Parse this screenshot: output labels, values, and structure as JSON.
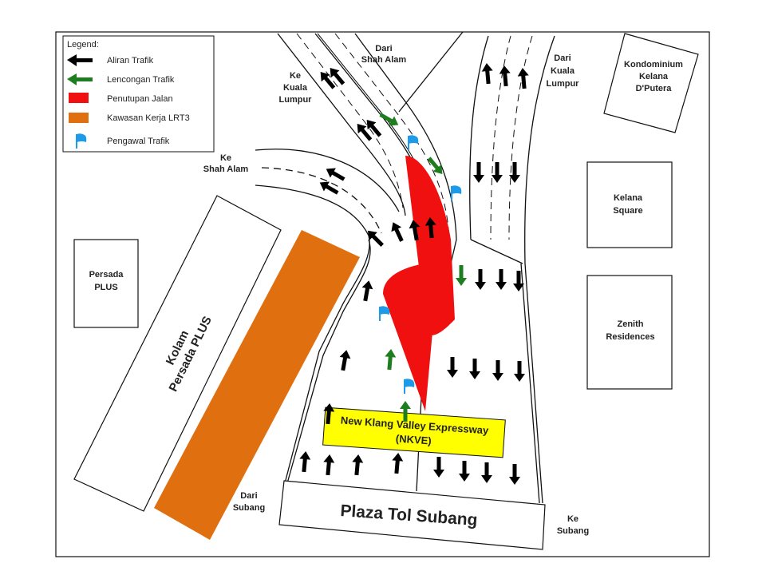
{
  "legend": {
    "title": "Legend:",
    "items": [
      {
        "label": "Aliran Trafik",
        "icon": "black-arrow-icon",
        "color": "#000000"
      },
      {
        "label": "Lencongan Trafik",
        "icon": "green-arrow-icon",
        "color": "#1e7d1e"
      },
      {
        "label": "Penutupan Jalan",
        "icon": "red-box-icon",
        "color": "#f01010"
      },
      {
        "label": "Kawasan Kerja LRT3",
        "icon": "orange-box-icon",
        "color": "#e06f10"
      },
      {
        "label": "Pengawal Trafik",
        "icon": "blue-flag-icon",
        "color": "#1e9be8"
      }
    ]
  },
  "directions": {
    "dari_shah_alam": [
      "Dari",
      "Shah Alam"
    ],
    "ke_kuala_lumpur": [
      "Ke",
      "Kuala",
      "Lumpur"
    ],
    "dari_kuala_lumpur": [
      "Dari",
      "Kuala",
      "Lumpur"
    ],
    "ke_shah_alam": [
      "Ke",
      "Shah Alam"
    ],
    "dari_subang": [
      "Dari",
      "Subang"
    ],
    "ke_subang": [
      "Ke",
      "Subang"
    ]
  },
  "buildings": {
    "kondominium": [
      "Kondominium",
      "Kelana",
      "D'Putera"
    ],
    "kelana_square": [
      "Kelana",
      "Square"
    ],
    "zenith": [
      "Zenith",
      "Residences"
    ],
    "persada": [
      "Persada",
      "PLUS"
    ],
    "kolam": [
      "Kolam",
      "Persada PLUS"
    ]
  },
  "nkve_sign": [
    "New Klang Valley Expressway",
    "(NKVE)"
  ],
  "toll_plaza": "Plaza Tol Subang",
  "colors": {
    "closure": "#f01010",
    "lrt": "#e06f10",
    "sign": "#ffff00",
    "flag": "#1e9be8",
    "detour": "#1e7d1e"
  }
}
